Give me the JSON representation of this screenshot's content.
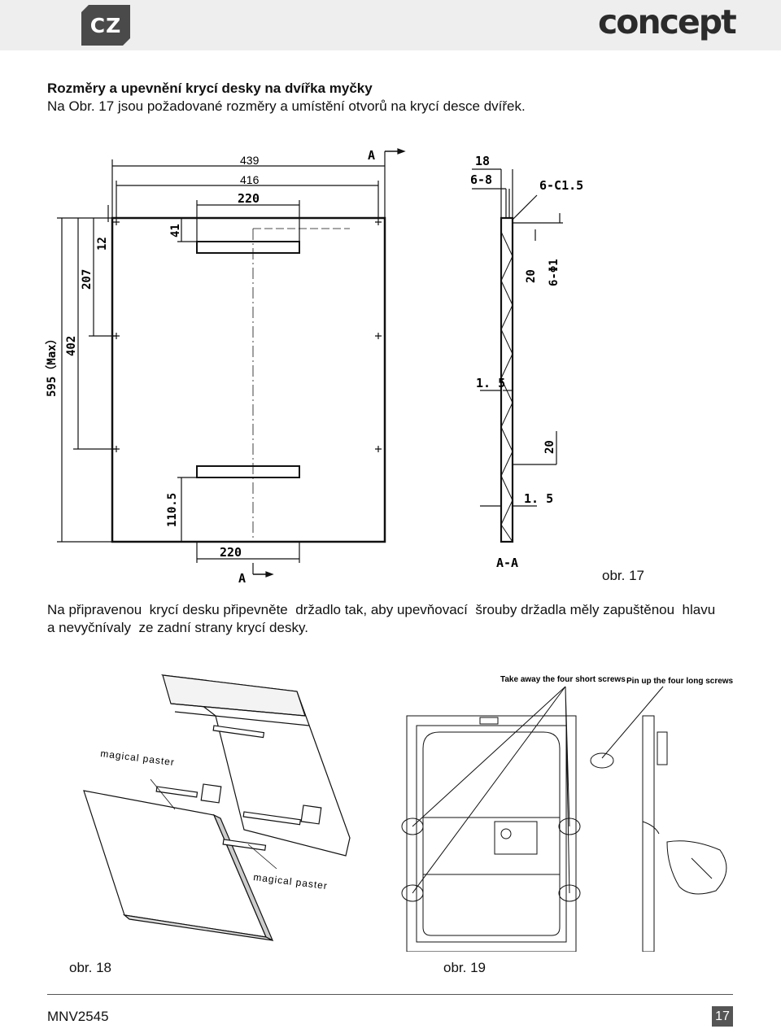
{
  "header": {
    "language": "CZ",
    "brand": "concept"
  },
  "section": {
    "title": "Rozměry a upevnění krycí desky na dvířka myčky",
    "intro": "Na Obr. 17 jsou požadované rozměry a umístění otvorů na krycí desce dvířek."
  },
  "figure17": {
    "caption": "obr. 17",
    "dims": {
      "w439": "439",
      "w416": "416",
      "w220_top": "220",
      "w220_bottom": "220",
      "h595": "595（Max）",
      "h402": "402",
      "h207": "207",
      "h12": "12",
      "h41": "41",
      "h110": "110.5",
      "section_mark_top": "A",
      "section_mark_bottom": "A",
      "section_label": "A-A",
      "s18": "18",
      "s6_8": "6-8",
      "s6_c15": "6-C1.5",
      "s20_top": "20",
      "s6_phi1": "6-Φ1",
      "s1_5_a": "1. 5",
      "s20_bottom": "20",
      "s1_5_b": "1. 5"
    }
  },
  "instruction": {
    "line1": "Na připravenou  krycí desku připevněte  držadlo tak, aby upevňovací  šrouby držadla měly zapuštěnou  hlavu",
    "line2": "a nevyčnívaly  ze zadní strany krycí desky."
  },
  "figure18": {
    "caption": "obr. 18",
    "label_top": "magical  paster",
    "label_bottom": "magical  paster"
  },
  "figure19": {
    "caption": "obr. 19",
    "note_left": "Take away the four short screws",
    "note_right": "Pin up  the four long screws"
  },
  "footer": {
    "model": "MNV2545",
    "page": "17"
  }
}
